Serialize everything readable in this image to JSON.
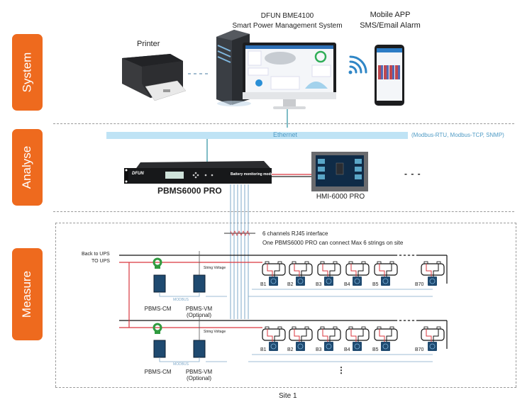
{
  "sections": {
    "system": "System",
    "analyse": "Analyse",
    "measure": "Measure"
  },
  "system": {
    "printer_label": "Printer",
    "server_title": "DFUN BME4100",
    "server_subtitle": "Smart Power Management System",
    "mobile_title": "Mobile APP",
    "mobile_subtitle": "SMS/Email Alarm"
  },
  "analyse": {
    "ethernet_label": "Ethernet",
    "protocols": "(Modbus-RTU, Modbus-TCP, SNMP)",
    "controller_label": "PBMS6000 PRO",
    "controller_brand": "DFUN",
    "controller_panel_text": "Battery monitoring module",
    "hmi_label": "HMI-6000 PRO",
    "more_indicator": "- - -"
  },
  "measure": {
    "rj45_line1": "6 channels RJ45 interface",
    "rj45_line2": "One PBMS6000 PRO can connect Max 6 strings on site",
    "back_to_ups": "Back to UPS",
    "to_ups": "TO UPS",
    "string_voltage": "String Voltage",
    "modbus": "MODBUS",
    "cm_label": "PBMS-CM",
    "vm_label": "PBMS-VM",
    "vm_optional": "(Optional)",
    "batteries": [
      "B1",
      "B2",
      "B3",
      "B4",
      "B5",
      "B70"
    ],
    "site_label": "Site 1"
  },
  "colors": {
    "accent_orange": "#ee6a1e",
    "ethernet_blue": "#bfe3f5",
    "wire_red": "#d9363e",
    "wire_blue": "#7fa9c9",
    "sensor_green": "#2f9b3f",
    "module_navy": "#1f4a70"
  }
}
